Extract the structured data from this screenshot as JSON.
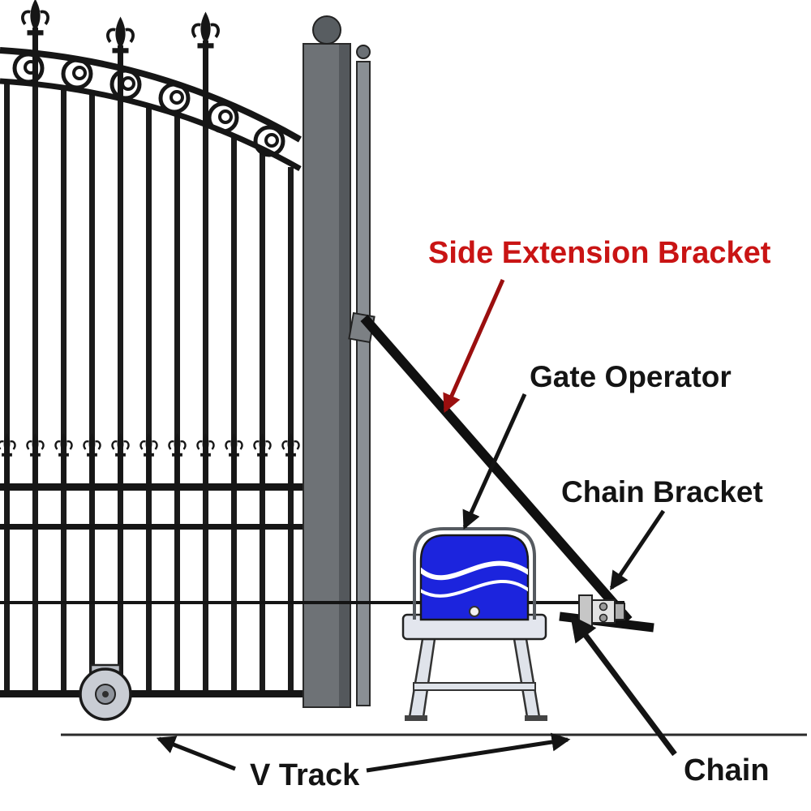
{
  "diagram": {
    "labels": {
      "side_extension_bracket": {
        "text": "Side Extension Bracket",
        "color": "#c91414"
      },
      "gate_operator": {
        "text": "Gate Operator",
        "color": "#141414"
      },
      "chain_bracket": {
        "text": "Chain Bracket",
        "color": "#141414"
      },
      "v_track": {
        "text": "V Track",
        "color": "#141414"
      },
      "chain": {
        "text": "Chain",
        "color": "#141414"
      }
    },
    "colors": {
      "background": "#ffffff",
      "ink": "#161616",
      "operator_body_blue": "#1c24dd",
      "red_arrow": "#9b0f0f",
      "post_gray": "#6e7276",
      "secondary_post_gray": "#8a8f94",
      "ground_line": "#2b2b2b"
    }
  }
}
